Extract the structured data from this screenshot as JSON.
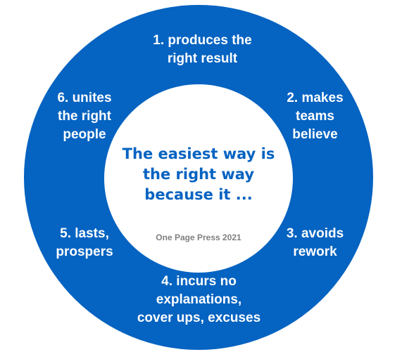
{
  "colors": {
    "ring": "#0563c1",
    "center_text": "#0563c1",
    "label_text": "#ffffff",
    "credit_text": "#7f7f7f"
  },
  "center": {
    "title": "The easiest way is\nthe right way\nbecause it ...",
    "credit": "One Page Press 2021"
  },
  "items": [
    {
      "text": "1. produces the\nright result"
    },
    {
      "text": "2. makes\nteams\nbelieve"
    },
    {
      "text": "3. avoids\nrework"
    },
    {
      "text": "4. incurs no\nexplanations,\ncover ups, excuses"
    },
    {
      "text": "5. lasts,\nprospers"
    },
    {
      "text": "6. unites\nthe right\npeople"
    }
  ]
}
